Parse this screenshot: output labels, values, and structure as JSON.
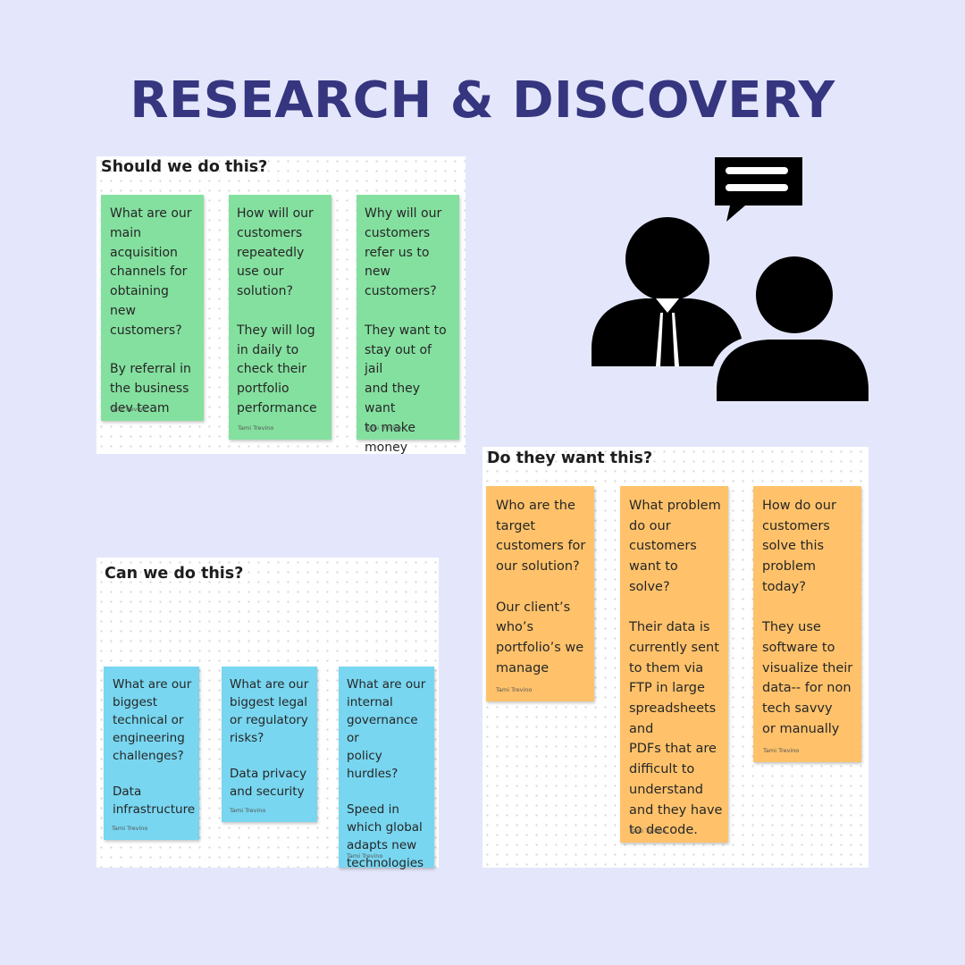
{
  "page": {
    "title": "RESEARCH & DISCOVERY"
  },
  "colors": {
    "background": "#e4e7fb",
    "title": "#36357f",
    "green_note": "#84e09f",
    "orange_note": "#ffc26b",
    "blue_note": "#78d6f0"
  },
  "icons": {
    "illustration": "people-conversation-icon",
    "speech": "speech-bubble-icon"
  },
  "boards": {
    "should": {
      "title": "Should we do this?",
      "notes": [
        {
          "question": "What are our\nmain\nacquisition\nchannels for\nobtaining new\ncustomers?",
          "answer": "By referral in\nthe business\ndev team",
          "author": "Tami Trevino"
        },
        {
          "question": "How will our\ncustomers\nrepeatedly\nuse our\nsolution?",
          "answer": "They will log\nin daily to\ncheck their\nportfolio\nperformance",
          "author": "Tami Trevino"
        },
        {
          "question": "Why will our\ncustomers\nrefer us to\nnew\ncustomers?",
          "answer": "They want to\nstay out of jail\nand they want\nto make\nmoney",
          "author": "Tami Trevino"
        }
      ]
    },
    "want": {
      "title": "Do they want this?",
      "notes": [
        {
          "question": "Who are the\ntarget\ncustomers for\nour solution?",
          "answer": "Our client’s\nwho’s\nportfolio’s we\nmanage",
          "author": "Tami Trevino"
        },
        {
          "question": "What problem\ndo our\ncustomers\nwant to solve?",
          "answer": "Their data is\ncurrently sent\nto them via\nFTP in large\nspreadsheets\nand\nPDFs that are\ndifficult to\nunderstand\nand they have\nto decode.",
          "author": "Tami Trevino"
        },
        {
          "question": "How do our\ncustomers\nsolve this\nproblem\ntoday?",
          "answer": "They use\nsoftware to\nvisualize their\ndata-- for non\ntech savvy\nor manually",
          "author": "Tami Trevino"
        }
      ]
    },
    "can": {
      "title": "Can we do this?",
      "notes": [
        {
          "question": "What are our\nbiggest\ntechnical or\nengineering\nchallenges?",
          "answer": "Data\ninfrastructure",
          "author": "Tami Trevino"
        },
        {
          "question": "What are our\nbiggest legal\nor regulatory\nrisks?",
          "answer": "Data privacy\nand security",
          "author": "Tami Trevino"
        },
        {
          "question": "What are our\ninternal\ngovernance or\npolicy\nhurdles?",
          "answer": "Speed in\nwhich global\nadapts new\ntechnologies",
          "author": "Tami Trevino"
        }
      ]
    }
  }
}
